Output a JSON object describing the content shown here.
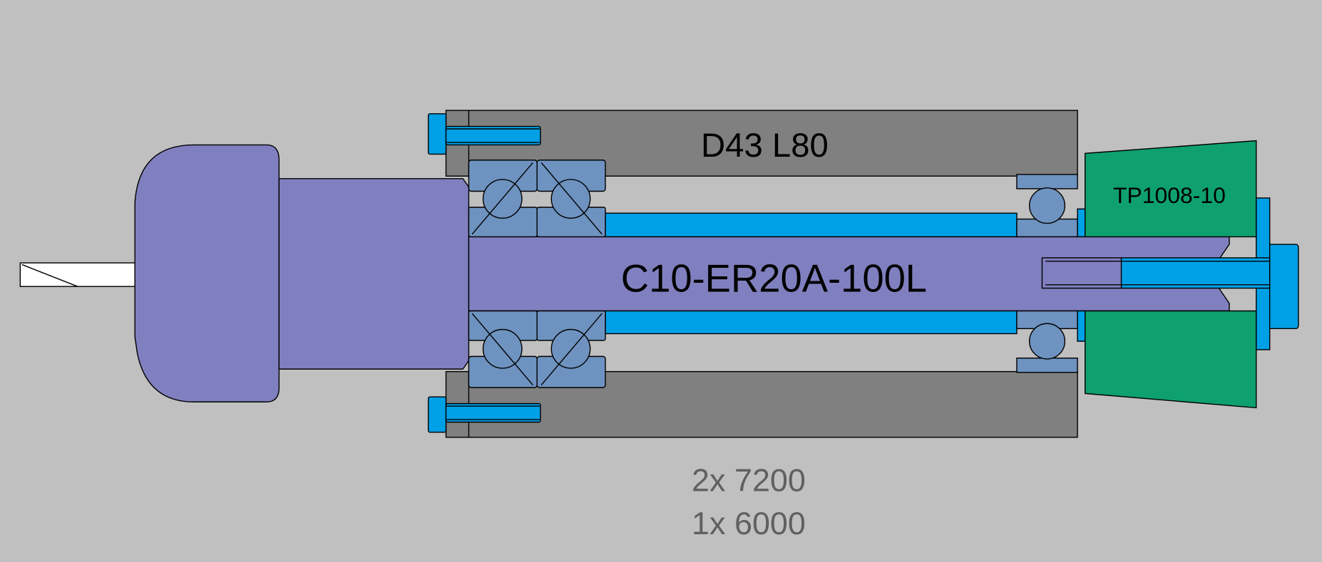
{
  "labels": {
    "housing": "D43 L80",
    "shaft": "C10-ER20A-100L",
    "nut": "TP1008-10",
    "bearings_line1": "2x 7200",
    "bearings_line2": "1x 6000"
  },
  "colors": {
    "background": "#c0c0c0",
    "housing": "#808080",
    "shaft": "#8080c0",
    "bearing": "#6e93c0",
    "steel_blue": "#00a0e6",
    "nut": "#0fa070",
    "drill": "#ffffff",
    "note_text": "#606060"
  }
}
